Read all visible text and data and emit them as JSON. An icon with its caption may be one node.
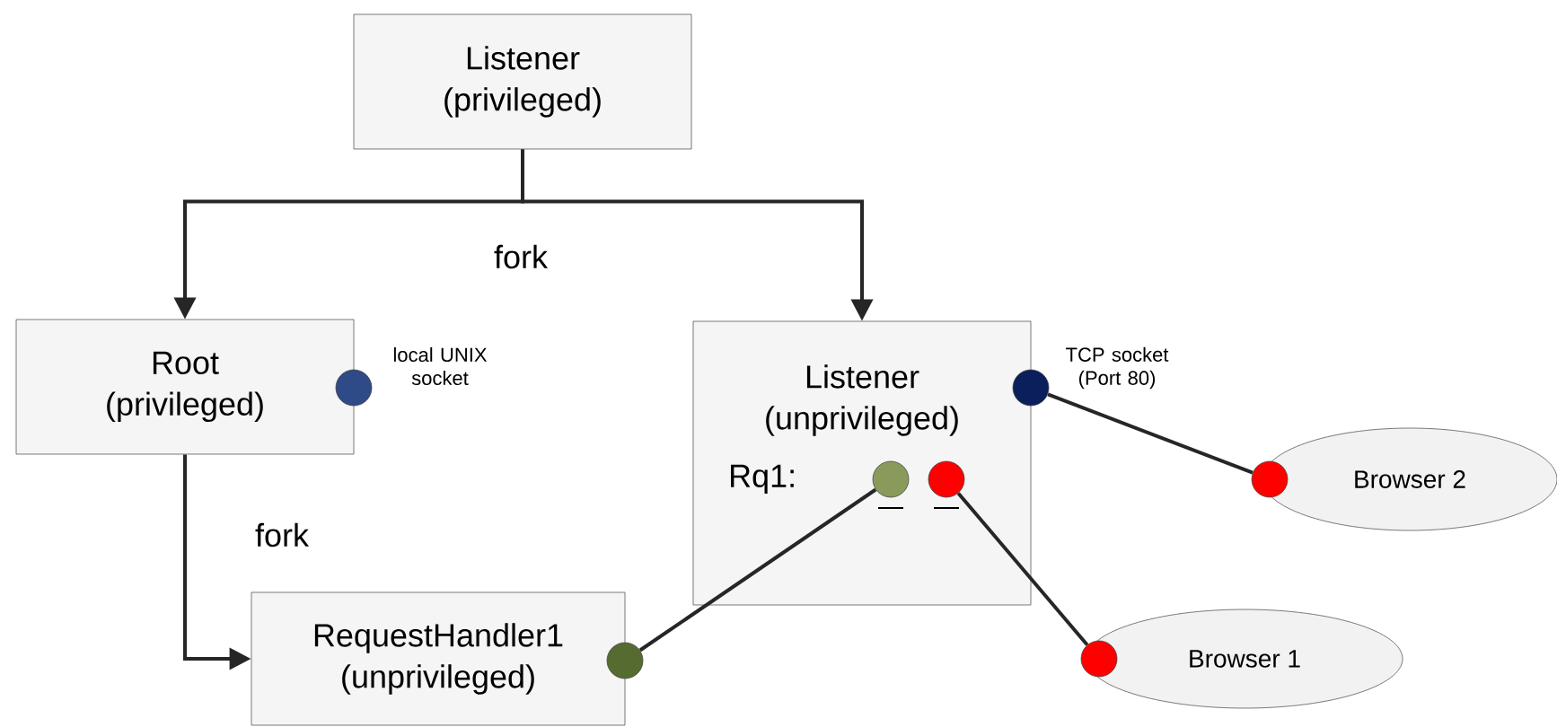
{
  "diagram": {
    "nodes": [
      {
        "text": [
          "Listener (privileged)"
        ]
      },
      {
        "text": [
          "Root (privileged)"
        ]
      },
      {
        "text": [
          "Listener (unprivileged)",
          "Rq1:"
        ]
      },
      {
        "text": [
          "RequestHandler1 (unprivileged)"
        ]
      },
      {
        "text": [
          "Browser 2"
        ]
      },
      {
        "text": [
          "Browser 1"
        ]
      },
      {
        "text": [],
        "shape": "circle",
        "beside": [
          "local UNIX socket"
        ]
      },
      {
        "text": [],
        "shape": "circle",
        "beside": [
          "TCP socket (Port 80)"
        ]
      },
      {
        "text": [],
        "shape": "circle",
        "in": 2
      },
      {
        "text": [],
        "shape": "circle",
        "in": 2
      },
      {
        "text": [],
        "shape": "circle"
      },
      {
        "text": [],
        "shape": "circle"
      },
      {
        "text": [],
        "shape": "circle"
      }
    ],
    "edges": [
      {
        "from": 0,
        "to": 1,
        "arrow": "to",
        "label": "fork"
      },
      {
        "from": 0,
        "to": 2,
        "arrow": "to"
      },
      {
        "from": 1,
        "to": 3,
        "arrow": "to",
        "label": "fork"
      },
      {
        "from": 10,
        "to": 8,
        "arrow": "none"
      },
      {
        "from": 9,
        "to": 12,
        "arrow": "none"
      },
      {
        "from": 7,
        "to": 11,
        "arrow": "none"
      }
    ]
  }
}
